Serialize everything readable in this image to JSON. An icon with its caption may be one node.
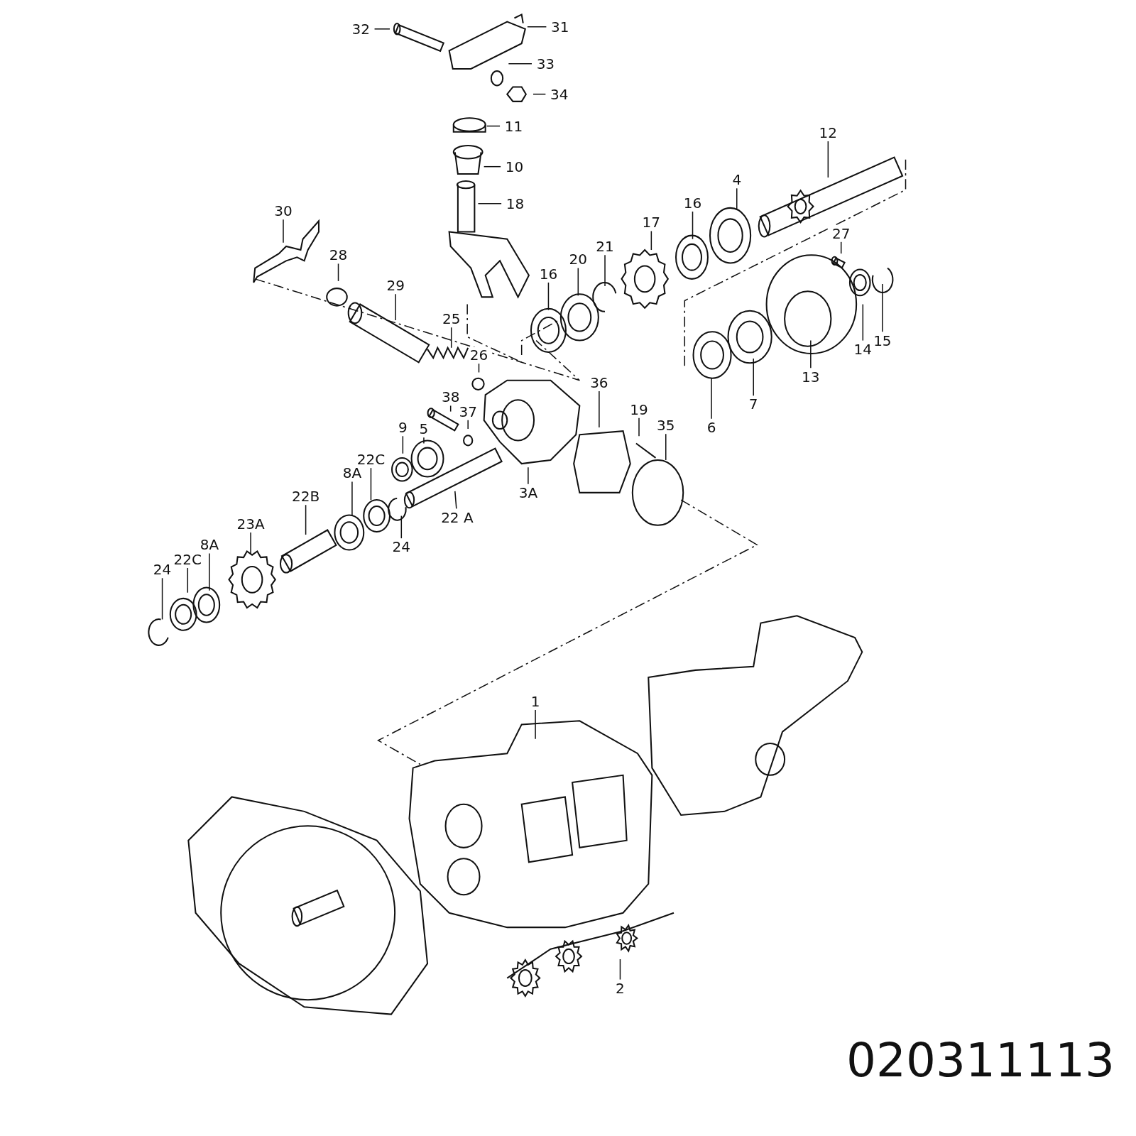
{
  "diagram": {
    "nodes": [
      {
        "text": [
          "32"
        ]
      },
      {
        "text": [
          "31"
        ]
      },
      {
        "text": [
          "33"
        ]
      },
      {
        "text": [
          "34"
        ]
      },
      {
        "text": [
          "11"
        ]
      },
      {
        "text": [
          "10"
        ]
      },
      {
        "text": [
          "18"
        ]
      },
      {
        "text": [
          "12"
        ]
      },
      {
        "text": [
          "4"
        ]
      },
      {
        "text": [
          "30"
        ]
      },
      {
        "text": [
          "16"
        ]
      },
      {
        "text": [
          "17"
        ]
      },
      {
        "text": [
          "28"
        ]
      },
      {
        "text": [
          "20"
        ]
      },
      {
        "text": [
          "21"
        ]
      },
      {
        "text": [
          "16"
        ]
      },
      {
        "text": [
          "29"
        ]
      },
      {
        "text": [
          "27"
        ]
      },
      {
        "text": [
          "25"
        ]
      },
      {
        "text": [
          "14"
        ]
      },
      {
        "text": [
          "15"
        ]
      },
      {
        "text": [
          "26"
        ]
      },
      {
        "text": [
          "13"
        ]
      },
      {
        "text": [
          "36"
        ]
      },
      {
        "text": [
          "38"
        ]
      },
      {
        "text": [
          "7"
        ]
      },
      {
        "text": [
          "19"
        ]
      },
      {
        "text": [
          "37"
        ]
      },
      {
        "text": [
          "35"
        ]
      },
      {
        "text": [
          "6"
        ]
      },
      {
        "text": [
          "9"
        ]
      },
      {
        "text": [
          "5"
        ]
      },
      {
        "text": [
          "22C"
        ]
      },
      {
        "text": [
          "8A"
        ]
      },
      {
        "text": [
          "3A"
        ]
      },
      {
        "text": [
          "22B"
        ]
      },
      {
        "text": [
          "22 A"
        ]
      },
      {
        "text": [
          "23A"
        ]
      },
      {
        "text": [
          "8A"
        ]
      },
      {
        "text": [
          "24"
        ]
      },
      {
        "text": [
          "22C"
        ]
      },
      {
        "text": [
          "24"
        ]
      },
      {
        "text": [
          "1"
        ]
      },
      {
        "text": [
          "2"
        ]
      }
    ],
    "edges": [
      {
        "from": 0,
        "to": null,
        "arrow": "none"
      },
      {
        "from": 1,
        "to": null,
        "arrow": "none"
      },
      {
        "from": 2,
        "to": null,
        "arrow": "none"
      },
      {
        "from": 3,
        "to": null,
        "arrow": "none"
      },
      {
        "from": 4,
        "to": null,
        "arrow": "none"
      },
      {
        "from": 5,
        "to": null,
        "arrow": "none"
      },
      {
        "from": 6,
        "to": null,
        "arrow": "none"
      },
      {
        "from": 7,
        "to": null,
        "arrow": "none"
      },
      {
        "from": 8,
        "to": null,
        "arrow": "none"
      },
      {
        "from": 9,
        "to": null,
        "arrow": "none"
      },
      {
        "from": 10,
        "to": null,
        "arrow": "none"
      },
      {
        "from": 11,
        "to": null,
        "arrow": "none"
      },
      {
        "from": 12,
        "to": null,
        "arrow": "none"
      },
      {
        "from": 13,
        "to": null,
        "arrow": "none"
      },
      {
        "from": 14,
        "to": null,
        "arrow": "none"
      },
      {
        "from": 15,
        "to": null,
        "arrow": "none"
      },
      {
        "from": 16,
        "to": null,
        "arrow": "none"
      },
      {
        "from": 17,
        "to": null,
        "arrow": "none"
      },
      {
        "from": 18,
        "to": null,
        "arrow": "none"
      },
      {
        "from": 19,
        "to": null,
        "arrow": "none"
      },
      {
        "from": 20,
        "to": null,
        "arrow": "none"
      },
      {
        "from": 21,
        "to": null,
        "arrow": "none"
      },
      {
        "from": 22,
        "to": null,
        "arrow": "none"
      },
      {
        "from": 23,
        "to": null,
        "arrow": "none"
      },
      {
        "from": 24,
        "to": null,
        "arrow": "none"
      },
      {
        "from": 25,
        "to": null,
        "arrow": "none"
      },
      {
        "from": 26,
        "to": null,
        "arrow": "none"
      },
      {
        "from": 27,
        "to": null,
        "arrow": "none"
      },
      {
        "from": 28,
        "to": null,
        "arrow": "none"
      },
      {
        "from": 29,
        "to": null,
        "arrow": "none"
      },
      {
        "from": 30,
        "to": null,
        "arrow": "none"
      },
      {
        "from": 31,
        "to": null,
        "arrow": "none"
      },
      {
        "from": 32,
        "to": null,
        "arrow": "none"
      },
      {
        "from": 33,
        "to": null,
        "arrow": "none"
      },
      {
        "from": 34,
        "to": null,
        "arrow": "none"
      },
      {
        "from": 35,
        "to": null,
        "arrow": "none"
      },
      {
        "from": 36,
        "to": null,
        "arrow": "none"
      },
      {
        "from": 37,
        "to": null,
        "arrow": "none"
      },
      {
        "from": 38,
        "to": null,
        "arrow": "none"
      },
      {
        "from": 39,
        "to": null,
        "arrow": "none"
      },
      {
        "from": 40,
        "to": null,
        "arrow": "none"
      },
      {
        "from": 41,
        "to": null,
        "arrow": "none"
      },
      {
        "from": 42,
        "to": null,
        "arrow": "none"
      },
      {
        "from": 43,
        "to": null,
        "arrow": "none"
      }
    ],
    "labels": [
      "020311113"
    ]
  }
}
